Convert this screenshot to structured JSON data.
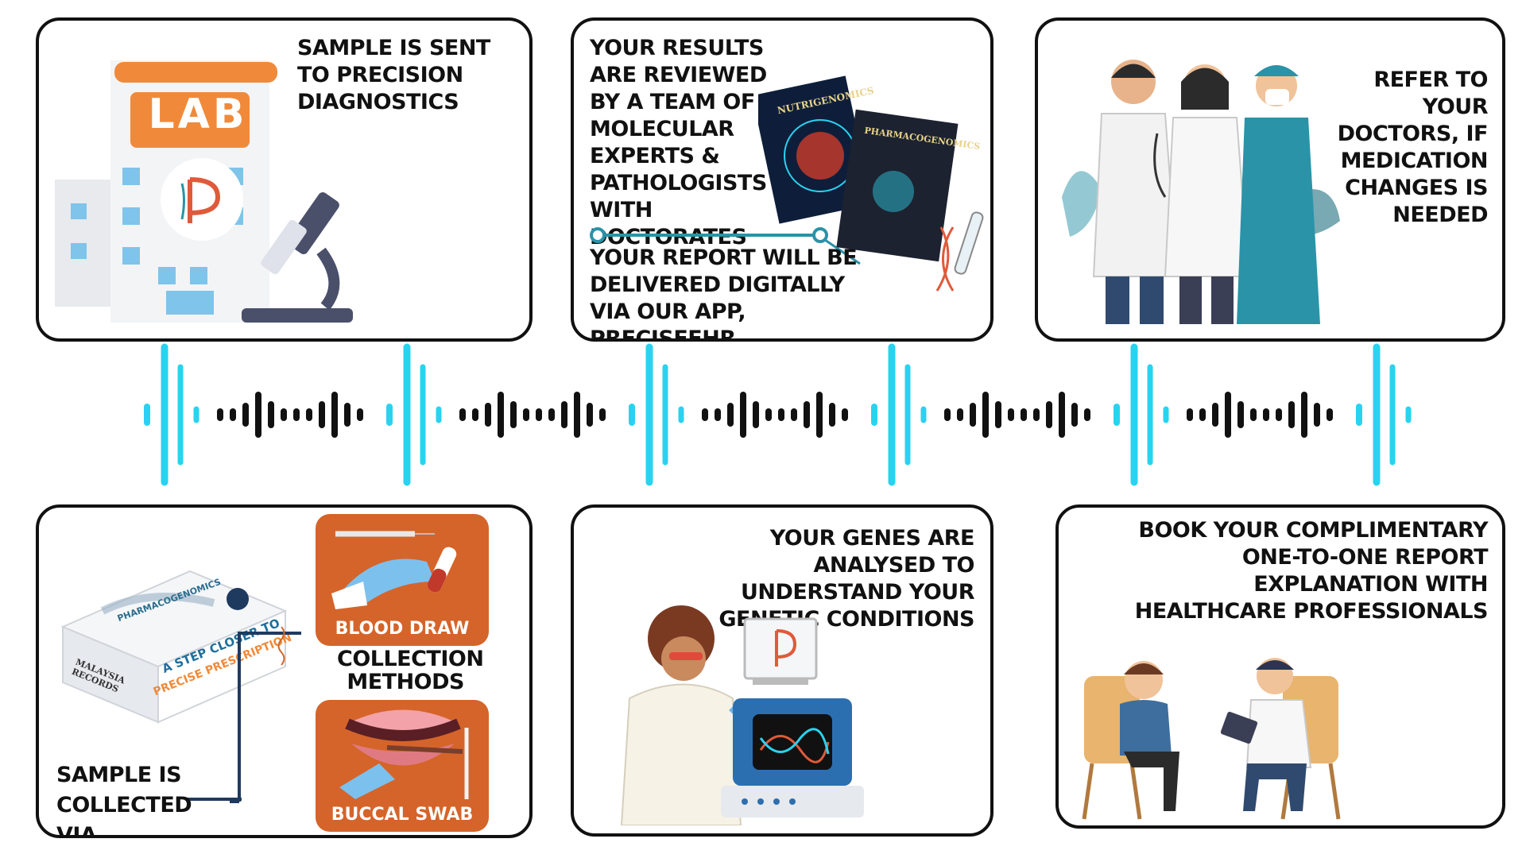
{
  "colors": {
    "border": "#111111",
    "accent_cyan": "#29d3f0",
    "lab_orange": "#f08a3a",
    "method_orange": "#d5642a",
    "glove_blue": "#6fb4e8",
    "doctor_teal": "#2a93a8"
  },
  "steps": {
    "sample_sent": {
      "text": "SAMPLE IS SENT TO PRECISION DIAGNOSTICS",
      "sign": "LAB",
      "icon": "lab-building-icon"
    },
    "results_reviewed": {
      "text": "YOUR RESULTS ARE REVIEWED BY A TEAM OF MOLECULAR EXPERTS & PATHOLOGISTS WITH DOCTORATES",
      "delivery": "YOUR REPORT WILL BE DELIVERED DIGITALLY VIA OUR APP, PRECISEEHR",
      "book1": "NUTRIGENOMICS",
      "book2": "PHARMACOGENOMICS"
    },
    "refer_doctors": {
      "text": "REFER TO YOUR DOCTORS, IF MEDICATION CHANGES IS NEEDED",
      "icon": "doctors-group-icon"
    },
    "sample_collected": {
      "text": "SAMPLE IS COLLECTED VIA",
      "methods_label": "COLLECTION METHODS",
      "method1": "BLOOD DRAW",
      "method2": "BUCCAL SWAB",
      "kit_line1": "A STEP CLOSER TO",
      "kit_line2": "PRECISE PRESCRIPTION",
      "kit_brand": "PHARMACOGENOMICS",
      "kit_side": "MALAYSIA RECORDS"
    },
    "genes_analysed": {
      "text": "YOUR GENES ARE ANALYSED TO UNDERSTAND YOUR GENETIC CONDITIONS",
      "icon": "scientist-sequencer-icon"
    },
    "book_consult": {
      "text": "BOOK YOUR COMPLIMENTARY ONE-TO-ONE REPORT EXPLANATION WITH HEALTHCARE PROFESSIONALS",
      "icon": "consultation-icon"
    }
  }
}
